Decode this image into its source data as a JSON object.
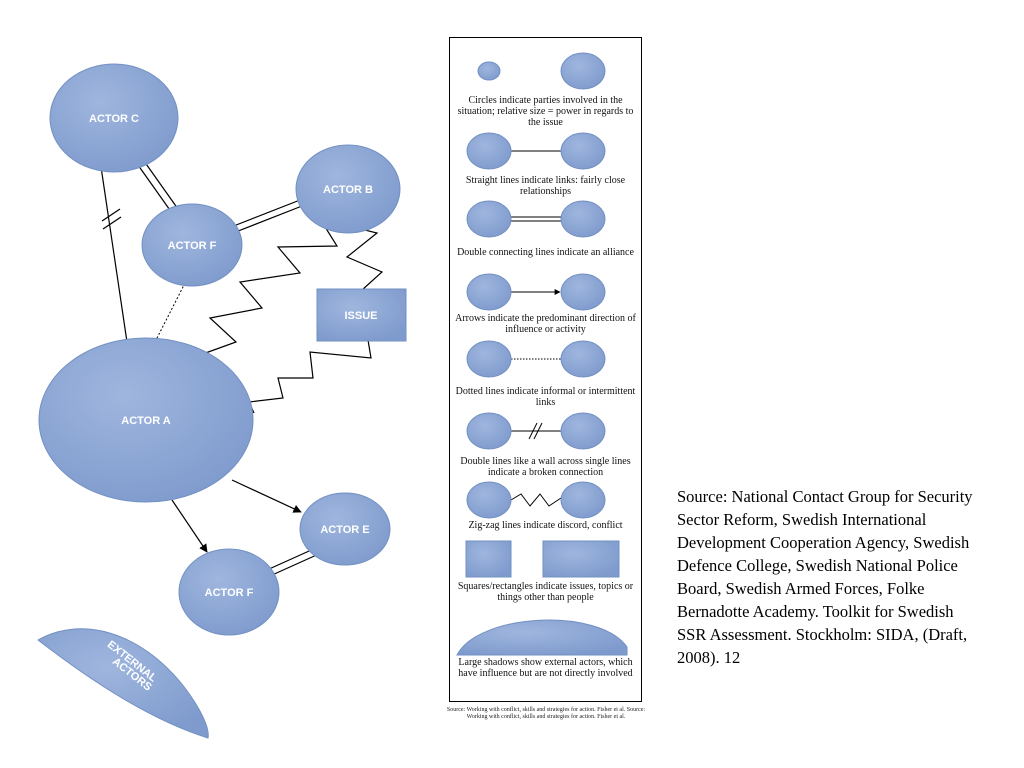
{
  "colors": {
    "node_fill": "#8ea7d3",
    "node_stroke": "#6f8cc0",
    "line": "#000000"
  },
  "nodes": {
    "actor_c": "ACTOR C",
    "actor_b": "ACTOR B",
    "actor_f_top": "ACTOR F",
    "issue": "ISSUE",
    "actor_a": "ACTOR A",
    "actor_e": "ACTOR E",
    "actor_f_bottom": "ACTOR F",
    "external_line1": "EXTERNAL",
    "external_line2": "ACTORS"
  },
  "legend": {
    "items": [
      "Circles indicate parties involved in the situation; relative size = power in regards to the issue",
      "Straight lines indicate links: fairly close relationships",
      "Double connecting lines indicate an alliance",
      "Arrows indicate the predominant direction of influence or activity",
      "Dotted lines indicate informal or intermittent links",
      "Double lines like a wall across single lines indicate a broken connection",
      "Zig-zag lines indicate discord, conflict",
      "Squares/rectangles indicate issues, topics or things other than people",
      "Large shadows show external actors, which have influence but are not directly involved"
    ],
    "source": "Source: Working with conflict, skills and strategies for action. Fisher et al. Source: Working with conflict, skills and strategies for action. Fisher et al."
  },
  "source_note": "Source:  National Contact Group for Security Sector Reform, Swedish International Development Cooperation Agency, Swedish Defence College, Swedish National Police Board, Swedish Armed Forces, Folke Bernadotte Academy. Toolkit for Swedish SSR Assessment. Stockholm: SIDA, (Draft, 2008). 12"
}
